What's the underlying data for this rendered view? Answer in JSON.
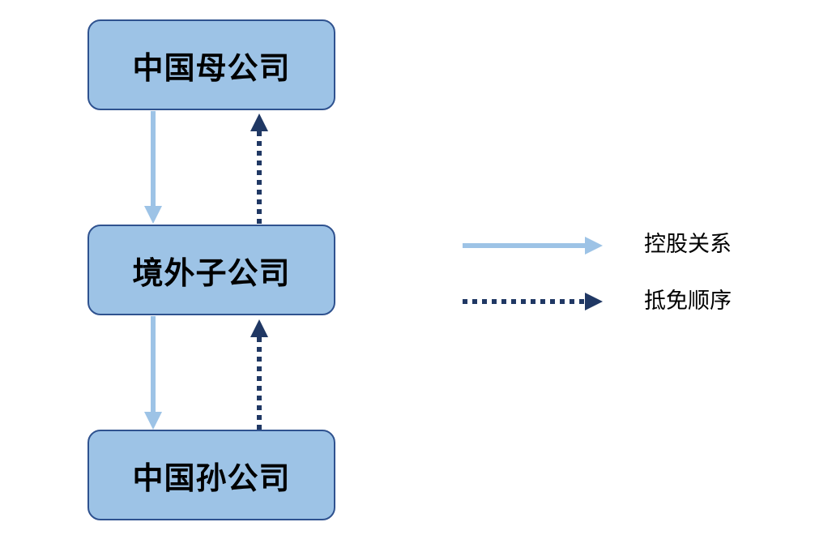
{
  "nodes": {
    "parent": "中国母公司",
    "subsidiary": "境外子公司",
    "grandchild": "中国孙公司"
  },
  "legend": {
    "control": "控股关系",
    "credit": "抵免顺序"
  },
  "colors": {
    "node_fill": "#9dc3e6",
    "node_border": "#2f528f",
    "control_arrow": "#9dc3e6",
    "credit_arrow": "#203864"
  },
  "edges": [
    {
      "from": "中国母公司",
      "to": "境外子公司",
      "style": "solid",
      "meaning": "控股关系"
    },
    {
      "from": "境外子公司",
      "to": "中国孙公司",
      "style": "solid",
      "meaning": "控股关系"
    },
    {
      "from": "中国孙公司",
      "to": "境外子公司",
      "style": "dotted",
      "meaning": "抵免顺序"
    },
    {
      "from": "境外子公司",
      "to": "中国母公司",
      "style": "dotted",
      "meaning": "抵免顺序"
    }
  ]
}
